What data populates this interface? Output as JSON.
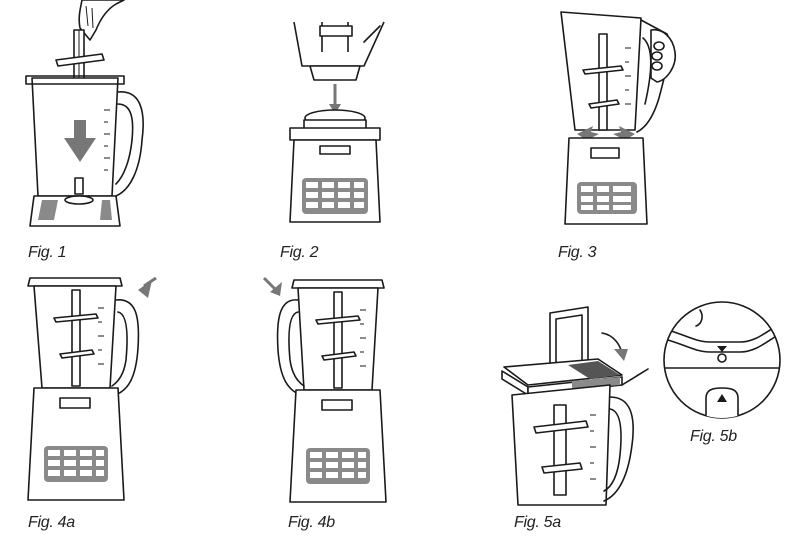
{
  "figures": [
    {
      "id": "fig1",
      "caption": "Fig. 1"
    },
    {
      "id": "fig2",
      "caption": "Fig. 2"
    },
    {
      "id": "fig3",
      "caption": "Fig. 3"
    },
    {
      "id": "fig4a",
      "caption": "Fig. 4a"
    },
    {
      "id": "fig4b",
      "caption": "Fig. 4b"
    },
    {
      "id": "fig5a",
      "caption": "Fig. 5a"
    },
    {
      "id": "fig5b",
      "caption": "Fig. 5b"
    }
  ],
  "colors": {
    "line": "#1a1a1a",
    "arrow": "#777777",
    "panel": "#8a8a8a",
    "background": "#ffffff"
  }
}
